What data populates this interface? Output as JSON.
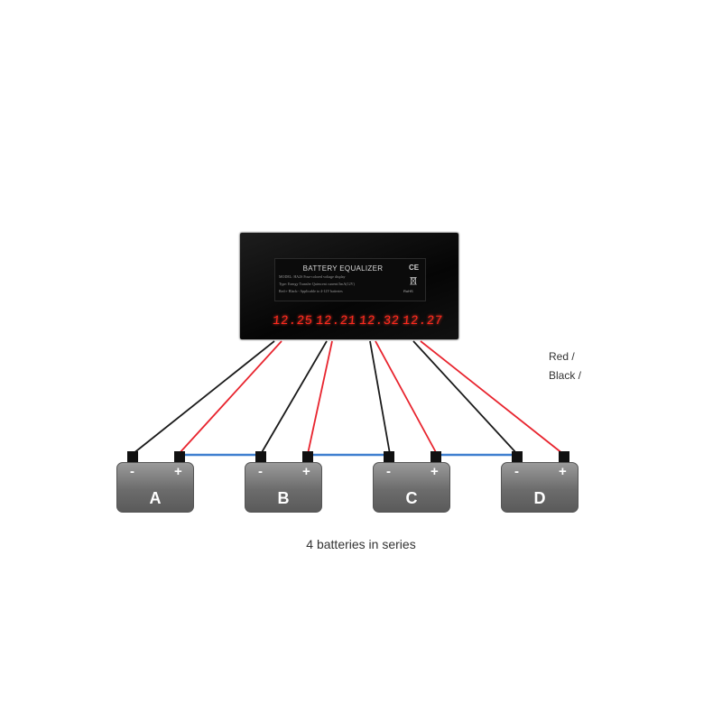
{
  "device": {
    "title": "BATTERY EQUALIZER",
    "spec_lines": [
      "MODEL: HA2S   Four-colored voltage display",
      "Type: Energy Transfer   Quiescent current:5mA(12V)",
      "Red:+   Black:-        Applicable to 4-12V batteries"
    ],
    "ce": "CE",
    "rohs": "RoHS",
    "readings": [
      "12.25",
      "12.21",
      "12.32",
      "12.27"
    ]
  },
  "batteries": [
    {
      "letter": "A",
      "neg": "-",
      "pos": "+"
    },
    {
      "letter": "B",
      "neg": "-",
      "pos": "+"
    },
    {
      "letter": "C",
      "neg": "-",
      "pos": "+"
    },
    {
      "letter": "D",
      "neg": "-",
      "pos": "+"
    }
  ],
  "legend": {
    "red": "Red /",
    "black": "Black /"
  },
  "caption": "4 batteries in series",
  "colors": {
    "red_wire": "#e8242e",
    "black_wire": "#1a1a1a",
    "series_link": "#3f7fd0",
    "display": "#ff2a1e"
  }
}
